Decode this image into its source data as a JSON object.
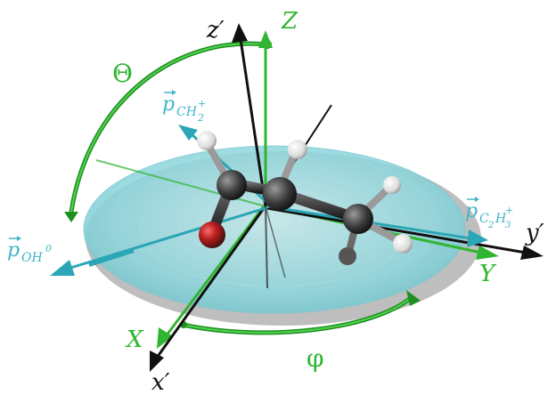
{
  "axes": {
    "lab": {
      "X": "X",
      "Y": "Y",
      "Z": "Z"
    },
    "molecular": {
      "x": "x",
      "y": "y",
      "z": "z",
      "prime": "′"
    }
  },
  "angles": {
    "theta": "Θ",
    "phi": "φ"
  },
  "momenta": {
    "p": "p",
    "ch2": {
      "base": "CH",
      "sub": "2",
      "sup": "+"
    },
    "c2h3": {
      "base_c": "C",
      "sub_c": "2",
      "base_h": "H",
      "sub_h": "3",
      "sup": "+"
    },
    "oh": {
      "base": "OH",
      "sup": "0"
    }
  },
  "colors": {
    "lab_axis": "#2fb52f",
    "molecular_axis": "#111111",
    "momentum": "#3fb6c6",
    "disk": "#8fd8de",
    "disk_shadow": "#a9a9a9"
  }
}
